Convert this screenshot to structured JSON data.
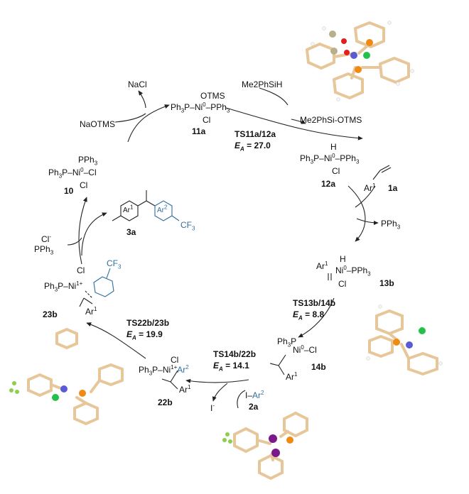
{
  "species": {
    "c11a": {
      "top": "OTMS",
      "row_left": "Ph",
      "row_sub": "3",
      "row_mid": "P–Ni",
      "row_sup": "0",
      "row_right": "–PPh",
      "row_right_sub": "3",
      "bottom": "Cl",
      "id": "11a"
    },
    "c12a": {
      "top": "H",
      "row_left": "Ph",
      "row_sub": "3",
      "row_mid": "P–Ni",
      "row_sup": "0",
      "row_right": "–PPh",
      "row_right_sub": "3",
      "bottom": "Cl",
      "id": "12a"
    },
    "c13b": {
      "top": "H",
      "ar": "Ar",
      "ar_sup": "1",
      "row_mid": "Ni",
      "row_sup": "0",
      "row_right": "–PPh",
      "row_right_sub": "3",
      "bottom": "Cl",
      "id": "13b"
    },
    "c14b": {
      "top_left": "Ph",
      "top_sub": "3",
      "top_p": "P",
      "ni": "Ni",
      "ni_sup": "0",
      "cl": "–Cl",
      "ar": "Ar",
      "ar_sup": "1",
      "id": "14b"
    },
    "c22b": {
      "top": "Cl",
      "row_left": "Ph",
      "row_sub": "3",
      "row_mid": "P–Ni",
      "row_sup": "1+",
      "ar2": "Ar",
      "ar2_sup": "2",
      "ar1": "Ar",
      "ar1_sup": "1",
      "id": "22b"
    },
    "c23b": {
      "top": "Cl",
      "row_left": "Ph",
      "row_sub": "3",
      "row_mid": "P–Ni",
      "row_sup": "1+",
      "cf3": "CF",
      "cf3_sub": "3",
      "ar1": "Ar",
      "ar1_sup": "1",
      "id": "23b"
    },
    "c10": {
      "top": "PPh",
      "top_sub": "3",
      "row_left": "Ph",
      "row_sub": "3",
      "row_mid": "P–Ni",
      "row_sup": "0",
      "row_right": "–Cl",
      "bottom": "Cl",
      "id": "10"
    },
    "c3a": {
      "ar1": "Ar",
      "ar1_sup": "1",
      "ar2": "Ar",
      "ar2_sup": "2",
      "cf3": "CF",
      "cf3_sub": "3",
      "id": "3a"
    },
    "c1a": {
      "ar": "Ar",
      "ar_sup": "1",
      "id": "1a"
    },
    "c2a": {
      "i": "I",
      "ar": "Ar",
      "ar_sup": "2",
      "id": "2a"
    }
  },
  "reagents": {
    "nacl": "NaCl",
    "naotms": "NaOTMS",
    "silane_in": "Me2PhSiH",
    "silane_out": "Me2PhSi-OTMS",
    "pph3_out": "PPh",
    "pph3_out_sub": "3",
    "iodide": "I",
    "iodide_sup": "-",
    "cl_in": "Cl",
    "cl_in_sup": "-",
    "pph3_in": "PPh",
    "pph3_in_sub": "3"
  },
  "transition_states": [
    {
      "name": "TS11a/12a",
      "ea_label": "E",
      "ea_sub": "A",
      "ea_value": " = 27.0"
    },
    {
      "name": "TS13b/14b",
      "ea_label": "E",
      "ea_sub": "A",
      "ea_value": " = 8.8"
    },
    {
      "name": "TS14b/22b",
      "ea_label": "E",
      "ea_sub": "A",
      "ea_value": " = 14.1"
    },
    {
      "name": "TS22b/23b",
      "ea_label": "E",
      "ea_sub": "A",
      "ea_value": " = 19.9"
    }
  ],
  "colors": {
    "carbon": "#e7c79a",
    "hydrogen": "#f4f4f4",
    "phosphorus": "#f08a10",
    "nickel": "#5a5ad6",
    "chlorine": "#22c24a",
    "oxygen": "#e02020",
    "silicon": "#b8b08a",
    "iodine": "#7a1a8a",
    "fluorine": "#8ad04a",
    "blue_text": "#2f6f9f"
  }
}
